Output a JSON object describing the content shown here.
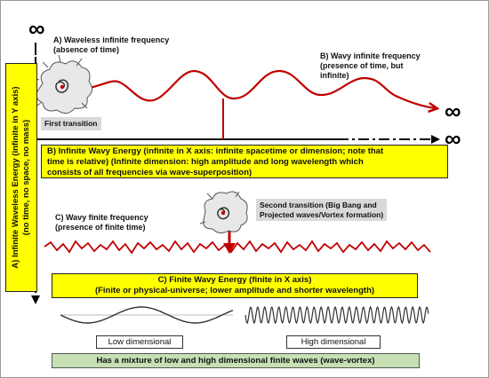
{
  "symbols": {
    "infinity": "∞"
  },
  "labels": {
    "waveless_title": "A) Waveless infinite frequency",
    "waveless_sub": "(absence of time)",
    "wavy_inf_title": "B) Wavy infinite frequency",
    "wavy_inf_sub1": "(presence of time, but",
    "wavy_inf_sub2": "infinite)",
    "first_transition": "First transition",
    "wavy_finite_title": "C) Wavy finite frequency",
    "wavy_finite_sub": "(presence of finite time)",
    "second_transition_1": "Second transition (Big Bang and",
    "second_transition_2": "Projected waves/Vortex formation)"
  },
  "vertical_box": {
    "line1": "A) Infinite Waveless Energy (infinite in Y axis)",
    "line2": "(no time, no space, no mass)"
  },
  "box_b": {
    "line1": "B) Infinite Wavy Energy (infinite in X axis: infinite spacetime or dimension; note that",
    "line2": "time is relative) (Infinite dimension: high amplitude and long wavelength which",
    "line3": "consists of all frequencies via wave-superposition)"
  },
  "box_c": {
    "line1": "C) Finite Wavy Energy (finite in X axis)",
    "line2": "(Finite or physical-universe; lower amplitude and shorter wavelength)"
  },
  "dimensions": {
    "low": "Low dimensional",
    "high": "High dimensional"
  },
  "summary": "Has a mixture of low and high dimensional finite waves (wave-vortex)",
  "colors": {
    "highlight": "#ffff00",
    "wave": "#c00000",
    "summary_bg": "#c6e0b4",
    "transition_bg": "#d9d9d9"
  },
  "icons": [
    "cloud-burst-icon",
    "spiral-icon",
    "arrow-icon"
  ]
}
